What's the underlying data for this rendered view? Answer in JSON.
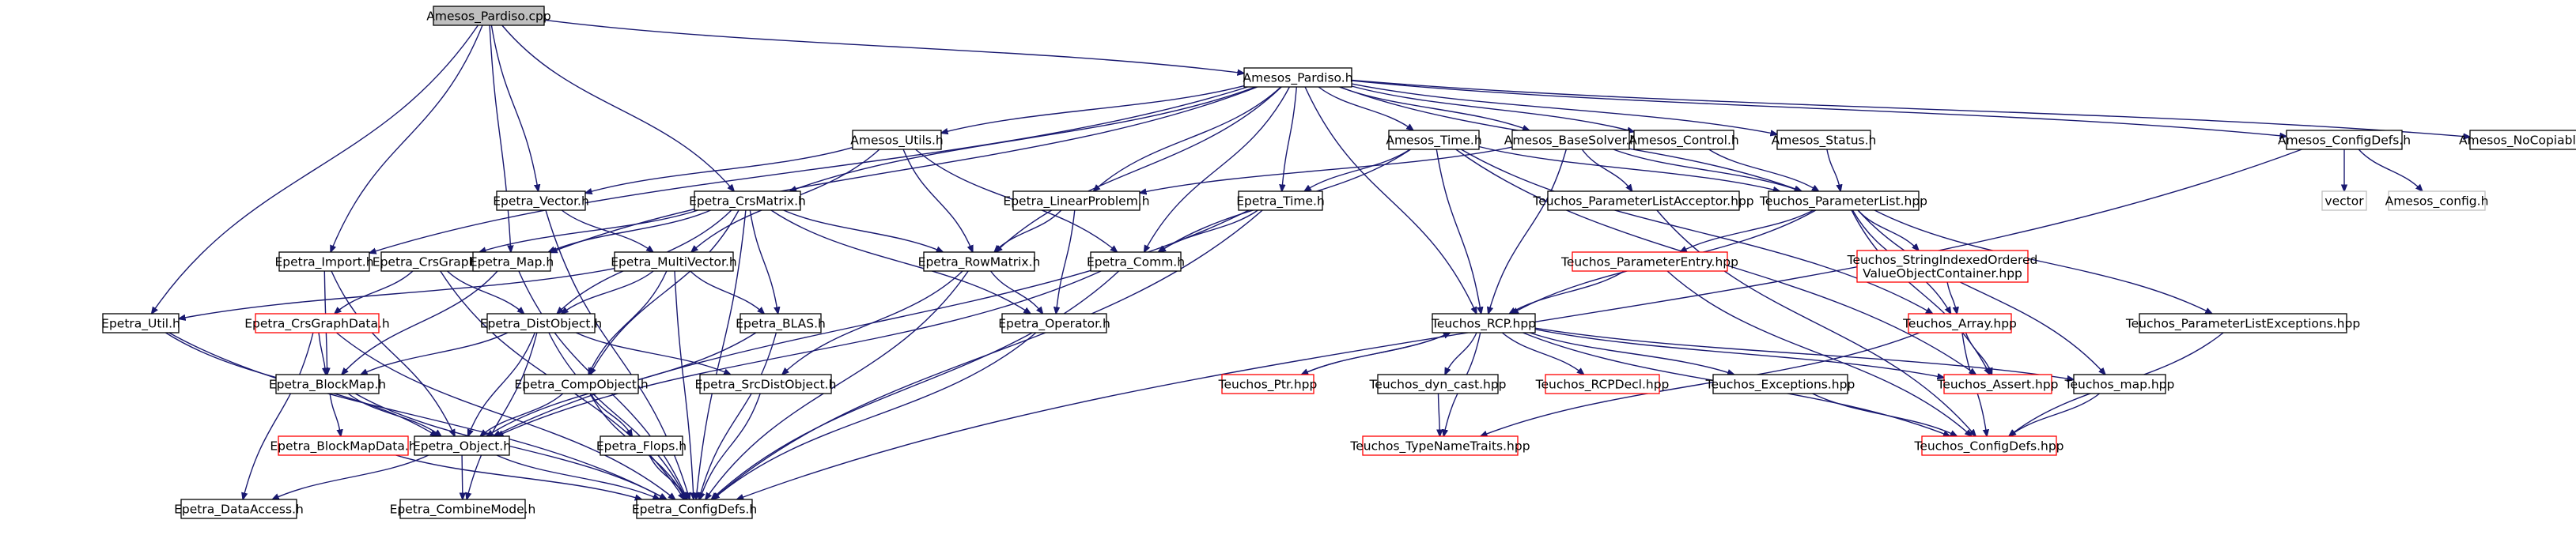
{
  "diagram": {
    "colors": {
      "edge": "#191970",
      "root_fill": "#bfbfbf",
      "node_fill": "#ffffff",
      "node_border": "#000000",
      "missing_border": "#ff0000",
      "system_border": "#bfbfbf"
    },
    "nodes": [
      {
        "id": "amesos_pardiso_cpp",
        "label": "Amesos_Pardiso.cpp",
        "kind": "root"
      },
      {
        "id": "amesos_pardiso_h",
        "label": "Amesos_Pardiso.h",
        "kind": "normal"
      },
      {
        "id": "amesos_utils_h",
        "label": "Amesos_Utils.h",
        "kind": "normal"
      },
      {
        "id": "amesos_time_h",
        "label": "Amesos_Time.h",
        "kind": "normal"
      },
      {
        "id": "amesos_basesolver_h",
        "label": "Amesos_BaseSolver.h",
        "kind": "normal"
      },
      {
        "id": "amesos_control_h",
        "label": "Amesos_Control.h",
        "kind": "normal"
      },
      {
        "id": "amesos_status_h",
        "label": "Amesos_Status.h",
        "kind": "normal"
      },
      {
        "id": "amesos_configdefs_h",
        "label": "Amesos_ConfigDefs.h",
        "kind": "normal"
      },
      {
        "id": "amesos_nocopiable_h",
        "label": "Amesos_NoCopiable.h",
        "kind": "normal"
      },
      {
        "id": "vector",
        "label": "vector",
        "kind": "system"
      },
      {
        "id": "amesos_config_h",
        "label": "Amesos_config.h",
        "kind": "system"
      },
      {
        "id": "epetra_vector_h",
        "label": "Epetra_Vector.h",
        "kind": "normal"
      },
      {
        "id": "epetra_crsmatrix_h",
        "label": "Epetra_CrsMatrix.h",
        "kind": "normal"
      },
      {
        "id": "epetra_linearproblem_h",
        "label": "Epetra_LinearProblem.h",
        "kind": "normal"
      },
      {
        "id": "epetra_time_h",
        "label": "Epetra_Time.h",
        "kind": "normal"
      },
      {
        "id": "teuchos_parameterlistacceptor_hpp",
        "label": "Teuchos_ParameterListAcceptor.hpp",
        "kind": "normal"
      },
      {
        "id": "teuchos_parameterlist_hpp",
        "label": "Teuchos_ParameterList.hpp",
        "kind": "normal"
      },
      {
        "id": "epetra_import_h",
        "label": "Epetra_Import.h",
        "kind": "normal"
      },
      {
        "id": "epetra_crsgraph_h",
        "label": "Epetra_CrsGraph.h",
        "kind": "normal"
      },
      {
        "id": "epetra_map_h",
        "label": "Epetra_Map.h",
        "kind": "normal"
      },
      {
        "id": "epetra_multivector_h",
        "label": "Epetra_MultiVector.h",
        "kind": "normal"
      },
      {
        "id": "epetra_rowmatrix_h",
        "label": "Epetra_RowMatrix.h",
        "kind": "normal"
      },
      {
        "id": "epetra_comm_h",
        "label": "Epetra_Comm.h",
        "kind": "normal"
      },
      {
        "id": "teuchos_parameterentry_hpp",
        "label": "Teuchos_ParameterEntry.hpp",
        "kind": "missing"
      },
      {
        "id": "teuchos_stringindexed_hpp",
        "label": [
          "Teuchos_StringIndexedOrdered",
          "ValueObjectContainer.hpp"
        ],
        "kind": "missing"
      },
      {
        "id": "epetra_util_h",
        "label": "Epetra_Util.h",
        "kind": "normal"
      },
      {
        "id": "epetra_crsgraphdata_h",
        "label": "Epetra_CrsGraphData.h",
        "kind": "missing"
      },
      {
        "id": "epetra_distobject_h",
        "label": "Epetra_DistObject.h",
        "kind": "normal"
      },
      {
        "id": "epetra_blas_h",
        "label": "Epetra_BLAS.h",
        "kind": "normal"
      },
      {
        "id": "epetra_operator_h",
        "label": "Epetra_Operator.h",
        "kind": "normal"
      },
      {
        "id": "teuchos_rcp_hpp",
        "label": "Teuchos_RCP.hpp",
        "kind": "normal"
      },
      {
        "id": "teuchos_array_hpp",
        "label": "Teuchos_Array.hpp",
        "kind": "missing"
      },
      {
        "id": "teuchos_parameterlistexceptions_hpp",
        "label": "Teuchos_ParameterListExceptions.hpp",
        "kind": "normal"
      },
      {
        "id": "epetra_blockmap_h",
        "label": "Epetra_BlockMap.h",
        "kind": "normal"
      },
      {
        "id": "epetra_compobject_h",
        "label": "Epetra_CompObject.h",
        "kind": "normal"
      },
      {
        "id": "epetra_srcdistobject_h",
        "label": "Epetra_SrcDistObject.h",
        "kind": "normal"
      },
      {
        "id": "teuchos_ptr_hpp",
        "label": "Teuchos_Ptr.hpp",
        "kind": "missing"
      },
      {
        "id": "teuchos_dyn_cast_hpp",
        "label": "Teuchos_dyn_cast.hpp",
        "kind": "normal"
      },
      {
        "id": "teuchos_rcpdecl_hpp",
        "label": "Teuchos_RCPDecl.hpp",
        "kind": "missing"
      },
      {
        "id": "teuchos_exceptions_hpp",
        "label": "Teuchos_Exceptions.hpp",
        "kind": "normal"
      },
      {
        "id": "teuchos_assert_hpp",
        "label": "Teuchos_Assert.hpp",
        "kind": "missing"
      },
      {
        "id": "teuchos_map_hpp",
        "label": "Teuchos_map.hpp",
        "kind": "normal"
      },
      {
        "id": "epetra_blockmapdata_h",
        "label": "Epetra_BlockMapData.h",
        "kind": "missing"
      },
      {
        "id": "epetra_object_h",
        "label": "Epetra_Object.h",
        "kind": "normal"
      },
      {
        "id": "epetra_flops_h",
        "label": "Epetra_Flops.h",
        "kind": "normal"
      },
      {
        "id": "teuchos_typenametraits_hpp",
        "label": "Teuchos_TypeNameTraits.hpp",
        "kind": "missing"
      },
      {
        "id": "teuchos_configdefs_hpp",
        "label": "Teuchos_ConfigDefs.hpp",
        "kind": "missing"
      },
      {
        "id": "epetra_dataaccess_h",
        "label": "Epetra_DataAccess.h",
        "kind": "normal"
      },
      {
        "id": "epetra_combinemode_h",
        "label": "Epetra_CombineMode.h",
        "kind": "normal"
      },
      {
        "id": "epetra_configdefs_h",
        "label": "Epetra_ConfigDefs.h",
        "kind": "normal"
      }
    ],
    "edges": [
      [
        "amesos_pardiso_cpp",
        "amesos_pardiso_h"
      ],
      [
        "amesos_pardiso_cpp",
        "epetra_util_h"
      ],
      [
        "amesos_pardiso_cpp",
        "epetra_import_h"
      ],
      [
        "amesos_pardiso_cpp",
        "epetra_map_h"
      ],
      [
        "amesos_pardiso_cpp",
        "epetra_vector_h"
      ],
      [
        "amesos_pardiso_cpp",
        "epetra_crsmatrix_h"
      ],
      [
        "amesos_pardiso_h",
        "amesos_configdefs_h"
      ],
      [
        "amesos_pardiso_h",
        "amesos_nocopiable_h"
      ],
      [
        "amesos_pardiso_h",
        "amesos_status_h"
      ],
      [
        "amesos_pardiso_h",
        "amesos_control_h"
      ],
      [
        "amesos_pardiso_h",
        "amesos_basesolver_h"
      ],
      [
        "amesos_pardiso_h",
        "amesos_time_h"
      ],
      [
        "amesos_pardiso_h",
        "amesos_utils_h"
      ],
      [
        "amesos_pardiso_h",
        "epetra_crsmatrix_h"
      ],
      [
        "amesos_pardiso_h",
        "epetra_linearproblem_h"
      ],
      [
        "amesos_pardiso_h",
        "epetra_time_h"
      ],
      [
        "amesos_pardiso_h",
        "epetra_rowmatrix_h"
      ],
      [
        "amesos_pardiso_h",
        "epetra_comm_h"
      ],
      [
        "amesos_pardiso_h",
        "epetra_map_h"
      ],
      [
        "amesos_pardiso_h",
        "epetra_import_h"
      ],
      [
        "amesos_pardiso_h",
        "teuchos_rcp_hpp"
      ],
      [
        "amesos_pardiso_h",
        "teuchos_parameterlist_hpp"
      ],
      [
        "amesos_utils_h",
        "epetra_vector_h"
      ],
      [
        "amesos_utils_h",
        "epetra_multivector_h"
      ],
      [
        "amesos_utils_h",
        "epetra_rowmatrix_h"
      ],
      [
        "amesos_utils_h",
        "epetra_comm_h"
      ],
      [
        "amesos_time_h",
        "epetra_time_h"
      ],
      [
        "amesos_time_h",
        "epetra_comm_h"
      ],
      [
        "amesos_time_h",
        "teuchos_rcp_hpp"
      ],
      [
        "amesos_time_h",
        "teuchos_parameterlist_hpp"
      ],
      [
        "amesos_time_h",
        "teuchos_array_hpp"
      ],
      [
        "amesos_time_h",
        "teuchos_assert_hpp"
      ],
      [
        "amesos_basesolver_h",
        "epetra_linearproblem_h"
      ],
      [
        "amesos_basesolver_h",
        "teuchos_parameterlistacceptor_hpp"
      ],
      [
        "amesos_basesolver_h",
        "teuchos_parameterlist_hpp"
      ],
      [
        "amesos_basesolver_h",
        "teuchos_rcp_hpp"
      ],
      [
        "amesos_control_h",
        "teuchos_parameterlist_hpp"
      ],
      [
        "amesos_status_h",
        "teuchos_parameterlist_hpp"
      ],
      [
        "amesos_configdefs_h",
        "vector"
      ],
      [
        "amesos_configdefs_h",
        "amesos_config_h"
      ],
      [
        "amesos_configdefs_h",
        "epetra_configdefs_h"
      ],
      [
        "epetra_vector_h",
        "epetra_multivector_h"
      ],
      [
        "epetra_vector_h",
        "epetra_configdefs_h"
      ],
      [
        "epetra_crsmatrix_h",
        "epetra_crsgraph_h"
      ],
      [
        "epetra_crsmatrix_h",
        "epetra_map_h"
      ],
      [
        "epetra_crsmatrix_h",
        "epetra_rowmatrix_h"
      ],
      [
        "epetra_crsmatrix_h",
        "epetra_distobject_h"
      ],
      [
        "epetra_crsmatrix_h",
        "epetra_compobject_h"
      ],
      [
        "epetra_crsmatrix_h",
        "epetra_blas_h"
      ],
      [
        "epetra_crsmatrix_h",
        "epetra_operator_h"
      ],
      [
        "epetra_crsmatrix_h",
        "epetra_configdefs_h"
      ],
      [
        "epetra_linearproblem_h",
        "epetra_rowmatrix_h"
      ],
      [
        "epetra_linearproblem_h",
        "epetra_operator_h"
      ],
      [
        "epetra_time_h",
        "epetra_comm_h"
      ],
      [
        "epetra_time_h",
        "epetra_object_h"
      ],
      [
        "epetra_time_h",
        "epetra_configdefs_h"
      ],
      [
        "teuchos_parameterlistacceptor_hpp",
        "teuchos_configdefs_hpp"
      ],
      [
        "teuchos_parameterlist_hpp",
        "teuchos_parameterentry_hpp"
      ],
      [
        "teuchos_parameterlist_hpp",
        "teuchos_stringindexed_hpp"
      ],
      [
        "teuchos_parameterlist_hpp",
        "teuchos_parameterlistexceptions_hpp"
      ],
      [
        "teuchos_parameterlist_hpp",
        "teuchos_rcp_hpp"
      ],
      [
        "teuchos_parameterlist_hpp",
        "teuchos_array_hpp"
      ],
      [
        "teuchos_parameterlist_hpp",
        "teuchos_assert_hpp"
      ],
      [
        "teuchos_parameterlist_hpp",
        "teuchos_map_hpp"
      ],
      [
        "epetra_import_h",
        "epetra_object_h"
      ],
      [
        "epetra_import_h",
        "epetra_blockmap_h"
      ],
      [
        "epetra_crsgraph_h",
        "epetra_distobject_h"
      ],
      [
        "epetra_crsgraph_h",
        "epetra_crsgraphdata_h"
      ],
      [
        "epetra_crsgraph_h",
        "epetra_configdefs_h"
      ],
      [
        "epetra_map_h",
        "epetra_blockmap_h"
      ],
      [
        "epetra_map_h",
        "epetra_configdefs_h"
      ],
      [
        "epetra_multivector_h",
        "epetra_distobject_h"
      ],
      [
        "epetra_multivector_h",
        "epetra_compobject_h"
      ],
      [
        "epetra_multivector_h",
        "epetra_blas_h"
      ],
      [
        "epetra_multivector_h",
        "epetra_util_h"
      ],
      [
        "epetra_multivector_h",
        "epetra_configdefs_h"
      ],
      [
        "epetra_rowmatrix_h",
        "epetra_operator_h"
      ],
      [
        "epetra_rowmatrix_h",
        "epetra_srcdistobject_h"
      ],
      [
        "epetra_rowmatrix_h",
        "epetra_configdefs_h"
      ],
      [
        "epetra_comm_h",
        "epetra_object_h"
      ],
      [
        "epetra_comm_h",
        "epetra_configdefs_h"
      ],
      [
        "teuchos_parameterentry_hpp",
        "teuchos_rcp_hpp"
      ],
      [
        "teuchos_parameterentry_hpp",
        "teuchos_configdefs_hpp"
      ],
      [
        "teuchos_stringindexed_hpp",
        "teuchos_array_hpp"
      ],
      [
        "teuchos_util_h_placeholder",
        "x"
      ],
      [
        "epetra_util_h",
        "epetra_object_h"
      ],
      [
        "epetra_util_h",
        "epetra_configdefs_h"
      ],
      [
        "epetra_crsgraphdata_h",
        "epetra_blockmap_h"
      ],
      [
        "epetra_crsgraphdata_h",
        "epetra_dataaccess_h"
      ],
      [
        "epetra_crsgraphdata_h",
        "epetra_configdefs_h"
      ],
      [
        "epetra_distobject_h",
        "epetra_blockmap_h"
      ],
      [
        "epetra_distobject_h",
        "epetra_srcdistobject_h"
      ],
      [
        "epetra_distobject_h",
        "epetra_object_h"
      ],
      [
        "epetra_distobject_h",
        "epetra_combinemode_h"
      ],
      [
        "epetra_distobject_h",
        "epetra_configdefs_h"
      ],
      [
        "epetra_blas_h",
        "epetra_object_h"
      ],
      [
        "epetra_blas_h",
        "epetra_configdefs_h"
      ],
      [
        "epetra_operator_h",
        "epetra_configdefs_h"
      ],
      [
        "teuchos_rcp_hpp",
        "teuchos_ptr_hpp"
      ],
      [
        "teuchos_rcp_hpp",
        "teuchos_dyn_cast_hpp"
      ],
      [
        "teuchos_rcp_hpp",
        "teuchos_rcpdecl_hpp"
      ],
      [
        "teuchos_rcp_hpp",
        "teuchos_exceptions_hpp"
      ],
      [
        "teuchos_rcp_hpp",
        "teuchos_assert_hpp"
      ],
      [
        "teuchos_rcp_hpp",
        "teuchos_map_hpp"
      ],
      [
        "teuchos_rcp_hpp",
        "teuchos_typenametraits_hpp"
      ],
      [
        "teuchos_rcp_hpp",
        "teuchos_configdefs_hpp"
      ],
      [
        "teuchos_array_hpp",
        "teuchos_assert_hpp"
      ],
      [
        "teuchos_array_hpp",
        "teuchos_typenametraits_hpp"
      ],
      [
        "teuchos_array_hpp",
        "teuchos_configdefs_hpp"
      ],
      [
        "teuchos_parameterlistexceptions_hpp",
        "teuchos_configdefs_hpp"
      ],
      [
        "epetra_blockmap_h",
        "epetra_object_h"
      ],
      [
        "epetra_blockmap_h",
        "epetra_blockmapdata_h"
      ],
      [
        "epetra_blockmap_h",
        "epetra_configdefs_h"
      ],
      [
        "epetra_compobject_h",
        "epetra_object_h"
      ],
      [
        "epetra_compobject_h",
        "epetra_flops_h"
      ],
      [
        "epetra_compobject_h",
        "epetra_configdefs_h"
      ],
      [
        "epetra_srcdistobject_h",
        "epetra_configdefs_h"
      ],
      [
        "teuchos_ptr_hpp",
        "teuchos_rcp_hpp"
      ],
      [
        "teuchos_dyn_cast_hpp",
        "teuchos_typenametraits_hpp"
      ],
      [
        "teuchos_exceptions_hpp",
        "teuchos_configdefs_hpp"
      ],
      [
        "teuchos_map_hpp",
        "teuchos_configdefs_hpp"
      ],
      [
        "epetra_blockmapdata_h",
        "epetra_configdefs_h"
      ],
      [
        "epetra_object_h",
        "epetra_dataaccess_h"
      ],
      [
        "epetra_object_h",
        "epetra_combinemode_h"
      ],
      [
        "epetra_object_h",
        "epetra_configdefs_h"
      ],
      [
        "epetra_flops_h",
        "epetra_configdefs_h"
      ]
    ]
  }
}
